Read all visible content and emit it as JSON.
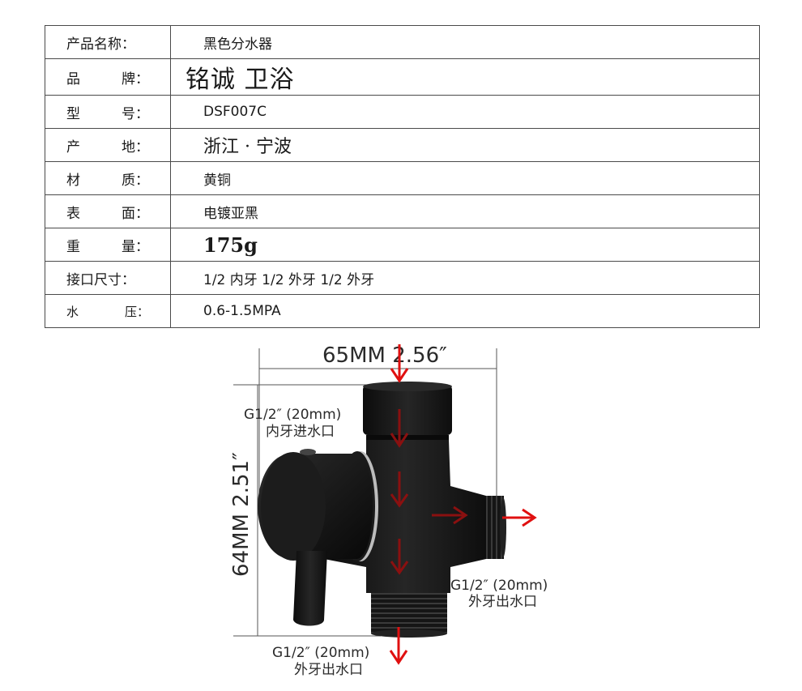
{
  "spec_rows": [
    {
      "label": "产品名称：",
      "value": "黑色分水器"
    },
    {
      "label_chars": [
        "品",
        "牌："
      ],
      "value": "铭诚 卫浴"
    },
    {
      "label_chars": [
        "型",
        "号："
      ],
      "value": "DSF007C"
    },
    {
      "label_chars": [
        "产",
        "地："
      ],
      "value": "浙江 · 宁波"
    },
    {
      "label_chars": [
        "材",
        "质："
      ],
      "value": "黄铜"
    },
    {
      "label_chars": [
        "表",
        "面："
      ],
      "value": "电镀亚黑"
    },
    {
      "label_chars": [
        "重",
        "量："
      ],
      "value": "175g"
    },
    {
      "label": "接口尺寸：",
      "value": "1/2 内牙 1/2 外牙 1/2 外牙"
    },
    {
      "label_chars": [
        "水",
        "压："
      ],
      "value": "0.6-1.5MPA"
    }
  ],
  "diagram": {
    "width_label": "65MM 2.56″",
    "height_label": "64MM 2.51″",
    "inlet_top": {
      "size": "G1/2″ (20mm)",
      "desc": "内牙进水口"
    },
    "outlet_right": {
      "size": "G1/2″ (20mm)",
      "desc": "外牙出水口"
    },
    "outlet_bottom": {
      "size": "G1/2″ (20mm)",
      "desc": "外牙出水口"
    },
    "colors": {
      "arrow": "#e01010",
      "body": "#141414",
      "dimension": "#555555"
    }
  }
}
